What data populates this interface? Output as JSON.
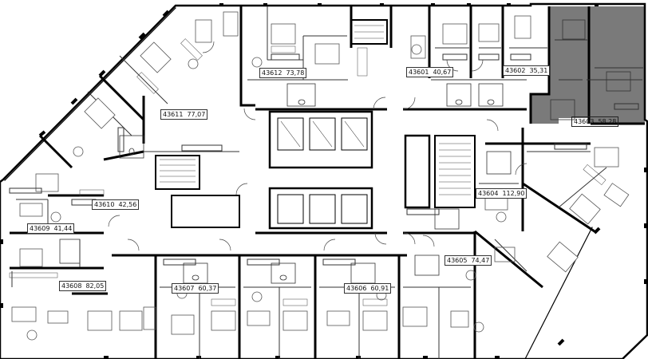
{
  "plan": {
    "colors": {
      "wall": "#000000",
      "line": "#444444",
      "furniture": "#666666",
      "selected": "#7a7a7a",
      "background": "#ffffff"
    },
    "units": [
      {
        "id": "43601",
        "area": "40,67",
        "selected": false
      },
      {
        "id": "43602",
        "area": "35,31",
        "selected": false
      },
      {
        "id": "43603",
        "area": "58,28",
        "selected": true
      },
      {
        "id": "43604",
        "area": "112,90",
        "selected": false
      },
      {
        "id": "43605",
        "area": "74,47",
        "selected": false
      },
      {
        "id": "43606",
        "area": "60,91",
        "selected": false
      },
      {
        "id": "43607",
        "area": "60,37",
        "selected": false
      },
      {
        "id": "43608",
        "area": "82,05",
        "selected": false
      },
      {
        "id": "43609",
        "area": "41,44",
        "selected": false
      },
      {
        "id": "43610",
        "area": "42,56",
        "selected": false
      },
      {
        "id": "43611",
        "area": "77,07",
        "selected": false
      },
      {
        "id": "43612",
        "area": "73,78",
        "selected": false
      }
    ]
  }
}
